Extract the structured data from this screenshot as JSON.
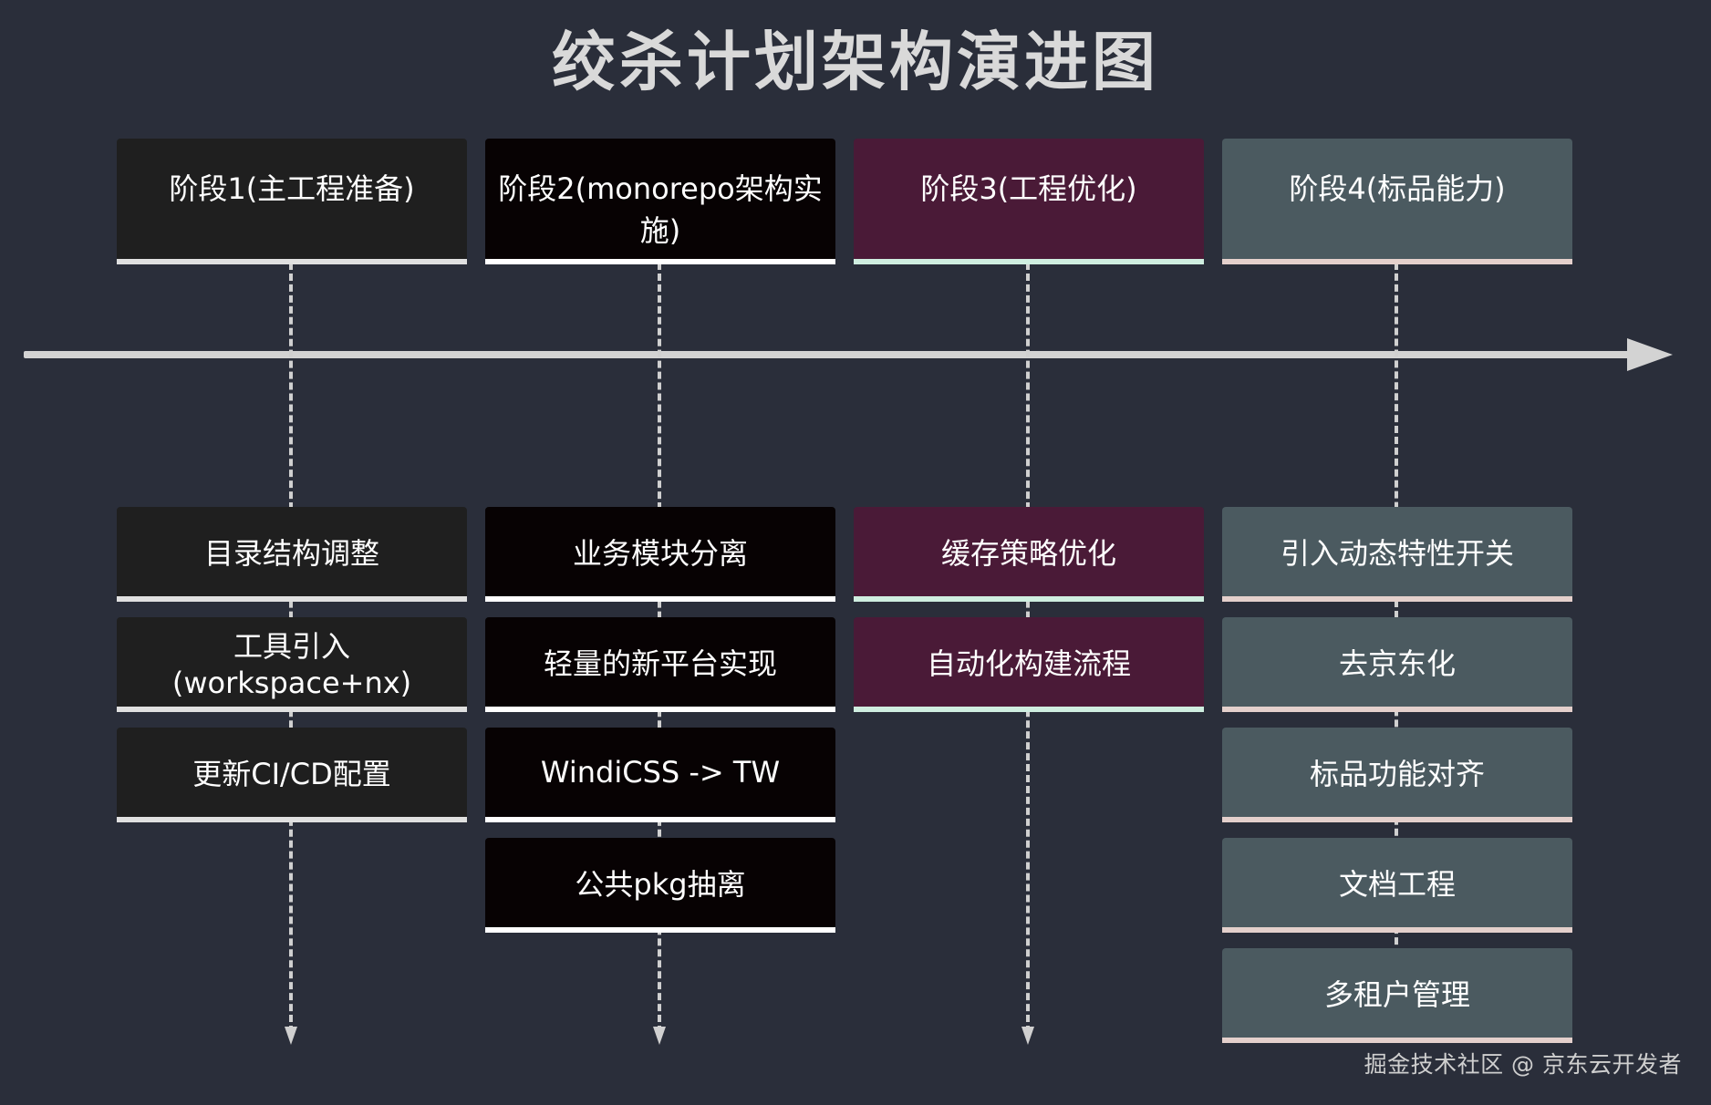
{
  "title": "绞杀计划架构演进图",
  "watermark": "掘金技术社区 @ 京东云开发者",
  "colors": {
    "background": "#2a2e3a",
    "timeline": "#d3d3d3"
  },
  "stages": [
    {
      "label": "阶段1(主工程准备)",
      "bg": "#1f1f1f",
      "border": "#e0e0e0",
      "tasks": [
        "目录结构调整",
        "工具引入(workspace+nx)",
        "更新CI/CD配置"
      ],
      "arrow": true
    },
    {
      "label": "阶段2(monorepo架构实施)",
      "bg": "#070203",
      "border": "#ffffff",
      "tasks": [
        "业务模块分离",
        "轻量的新平台实现",
        "WindiCSS -> TW",
        "公共pkg抽离"
      ],
      "arrow": true
    },
    {
      "label": "阶段3(工程优化)",
      "bg": "#4a1a37",
      "border": "#cfeee0",
      "tasks": [
        "缓存策略优化",
        "自动化构建流程"
      ],
      "arrow": true
    },
    {
      "label": "阶段4(标品能力)",
      "bg": "#4b5a60",
      "border": "#e4d0cc",
      "tasks": [
        "引入动态特性开关",
        "去京东化",
        "标品功能对齐",
        "文档工程",
        "多租户管理"
      ],
      "arrow": false
    }
  ]
}
